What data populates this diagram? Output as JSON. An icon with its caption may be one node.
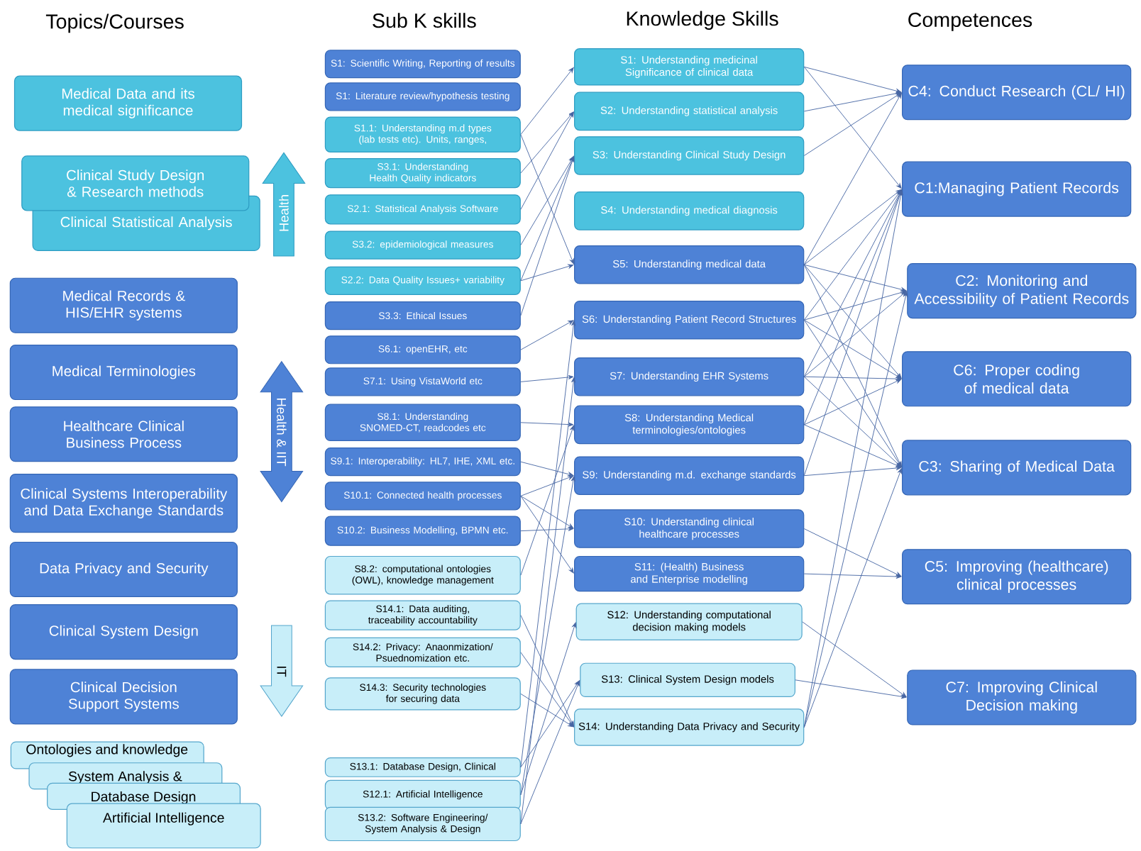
{
  "diagram": {
    "nodes": [
      {
        "text": [
          "Medical Data and its medical significance"
        ]
      },
      {
        "text": [
          "Clinical Study Design & Research methods"
        ]
      },
      {
        "text": [
          "Clinical Statistical Analysis"
        ]
      },
      {
        "text": [
          "Medical Records & HIS/EHR systems"
        ]
      },
      {
        "text": [
          "Medical Terminologies"
        ]
      },
      {
        "text": [
          "Healthcare Clinical Business Process"
        ]
      },
      {
        "text": [
          "Clinical Systems Interoperability and Data Exchange Standards"
        ]
      },
      {
        "text": [
          "Data Privacy and Security"
        ]
      },
      {
        "text": [
          "Clinical System Design"
        ]
      },
      {
        "text": [
          "Clinical Decision Support Systems"
        ]
      },
      {
        "text": [
          "Ontologies and knowledge"
        ]
      },
      {
        "text": [
          "System Analysis &"
        ]
      },
      {
        "text": [
          "Database Design"
        ]
      },
      {
        "text": [
          "Artificial Intelligence"
        ]
      },
      {
        "text": [
          "Health"
        ]
      },
      {
        "text": [
          "Health & IIT"
        ]
      },
      {
        "text": [
          "IT"
        ]
      },
      {
        "text": [
          "S1: Scientific Writing, Reporting of results"
        ]
      },
      {
        "text": [
          "S1: Literature review/hypothesis testing"
        ]
      },
      {
        "text": [
          "S1.1: Understanding m.d types (lab tests etc). Units, ranges,"
        ]
      },
      {
        "text": [
          "S3.1: Understanding Health Quality indicators"
        ]
      },
      {
        "text": [
          "S2.1: Statistical Analysis Software"
        ]
      },
      {
        "text": [
          "S3.2: epidemiological measures"
        ]
      },
      {
        "text": [
          "S2.2: Data Quality Issues+ variability"
        ]
      },
      {
        "text": [
          "S3.3: Ethical Issues"
        ]
      },
      {
        "text": [
          "S6.1: openEHR, etc"
        ]
      },
      {
        "text": [
          "S7.1: Using VistaWorld etc"
        ]
      },
      {
        "text": [
          "S8.1: Understanding SNOMED-CT, readcodes etc"
        ]
      },
      {
        "text": [
          "S9.1: Interoperability: HL7, IHE, XML etc."
        ]
      },
      {
        "text": [
          "S10.1: Connected health processes"
        ]
      },
      {
        "text": [
          "S10.2: Business Modelling, BPMN etc."
        ]
      },
      {
        "text": [
          "S8.2: computational ontologies (OWL), knowledge management"
        ]
      },
      {
        "text": [
          "S14.1: Data auditing, traceability accountability"
        ]
      },
      {
        "text": [
          "S14.2: Privacy: Anaonmization/ Psuednomization etc."
        ]
      },
      {
        "text": [
          "S14.3: Security technologies for securing data"
        ]
      },
      {
        "text": [
          "S13.1: Database Design, Clinical"
        ]
      },
      {
        "text": [
          "S12.1: Artificial Intelligence"
        ]
      },
      {
        "text": [
          "S13.2: Software Engineering/ System Analysis & Design"
        ]
      },
      {
        "text": [
          "S1: Understanding medicinal Significance of clinical data"
        ]
      },
      {
        "text": [
          "S2: Understanding statistical analysis"
        ]
      },
      {
        "text": [
          "S3: Understanding Clinical Study Design"
        ]
      },
      {
        "text": [
          "S4: Understanding medical diagnosis"
        ]
      },
      {
        "text": [
          "S5: Understanding medical data"
        ]
      },
      {
        "text": [
          "S6: Understanding Patient Record Structures"
        ]
      },
      {
        "text": [
          "S7: Understanding EHR Systems"
        ]
      },
      {
        "text": [
          "S8: Understanding Medical terminologies/ontologies"
        ]
      },
      {
        "text": [
          "S9: Understanding m.d. exchange standards"
        ]
      },
      {
        "text": [
          "S10: Understanding clinical healthcare processes"
        ]
      },
      {
        "text": [
          "S11: (Health) Business and Enterprise modelling"
        ]
      },
      {
        "text": [
          "S12: Understanding computational decision making models"
        ]
      },
      {
        "text": [
          "S13: Clinical System Design models"
        ]
      },
      {
        "text": [
          "S14: Understanding Data Privacy and Security"
        ]
      },
      {
        "text": [
          "C4: Conduct Research (CL/ HI)"
        ]
      },
      {
        "text": [
          "C1:Managing Patient Records"
        ]
      },
      {
        "text": [
          "C2: Monitoring and Accessibility of Patient Records"
        ]
      },
      {
        "text": [
          "C6: Proper coding of medical data"
        ]
      },
      {
        "text": [
          "C3: Sharing of Medical Data"
        ]
      },
      {
        "text": [
          "C5: Improving (healthcare) clinical processes"
        ]
      },
      {
        "text": [
          "C7: Improving Clinical Decision making"
        ]
      }
    ],
    "edges": [
      {
        "from": 19,
        "to": 38,
        "arrow": "to"
      },
      {
        "from": 19,
        "to": 42,
        "arrow": "to"
      },
      {
        "from": 20,
        "to": 39,
        "arrow": "to"
      },
      {
        "from": 21,
        "to": 39,
        "arrow": "to"
      },
      {
        "from": 22,
        "to": 40,
        "arrow": "to"
      },
      {
        "from": 23,
        "to": 40,
        "arrow": "to"
      },
      {
        "from": 23,
        "to": 42,
        "arrow": "to"
      },
      {
        "from": 24,
        "to": 40,
        "arrow": "to"
      },
      {
        "from": 25,
        "to": 43,
        "arrow": "to"
      },
      {
        "from": 26,
        "to": 44,
        "arrow": "to"
      },
      {
        "from": 27,
        "to": 45,
        "arrow": "to"
      },
      {
        "from": 28,
        "to": 46,
        "arrow": "to"
      },
      {
        "from": 29,
        "to": 46,
        "arrow": "to"
      },
      {
        "from": 29,
        "to": 47,
        "arrow": "to"
      },
      {
        "from": 29,
        "to": 48,
        "arrow": "to"
      },
      {
        "from": 30,
        "to": 47,
        "arrow": "to"
      },
      {
        "from": 31,
        "to": 45,
        "arrow": "to"
      },
      {
        "from": 32,
        "to": 51,
        "arrow": "to"
      },
      {
        "from": 33,
        "to": 51,
        "arrow": "to"
      },
      {
        "from": 34,
        "to": 51,
        "arrow": "to"
      },
      {
        "from": 35,
        "to": 43,
        "arrow": "to"
      },
      {
        "from": 35,
        "to": 50,
        "arrow": "to"
      },
      {
        "from": 36,
        "to": 46,
        "arrow": "to"
      },
      {
        "from": 36,
        "to": 49,
        "arrow": "to"
      },
      {
        "from": 37,
        "to": 44,
        "arrow": "to"
      },
      {
        "from": 37,
        "to": 50,
        "arrow": "to"
      },
      {
        "from": 38,
        "to": 52,
        "arrow": "to"
      },
      {
        "from": 38,
        "to": 53,
        "arrow": "to"
      },
      {
        "from": 39,
        "to": 52,
        "arrow": "to"
      },
      {
        "from": 40,
        "to": 52,
        "arrow": "to"
      },
      {
        "from": 42,
        "to": 52,
        "arrow": "to"
      },
      {
        "from": 42,
        "to": 53,
        "arrow": "to"
      },
      {
        "from": 42,
        "to": 54,
        "arrow": "to"
      },
      {
        "from": 42,
        "to": 55,
        "arrow": "to"
      },
      {
        "from": 42,
        "to": 56,
        "arrow": "to"
      },
      {
        "from": 43,
        "to": 53,
        "arrow": "to"
      },
      {
        "from": 43,
        "to": 54,
        "arrow": "to"
      },
      {
        "from": 43,
        "to": 55,
        "arrow": "to"
      },
      {
        "from": 43,
        "to": 56,
        "arrow": "to"
      },
      {
        "from": 44,
        "to": 53,
        "arrow": "to"
      },
      {
        "from": 44,
        "to": 54,
        "arrow": "to"
      },
      {
        "from": 44,
        "to": 55,
        "arrow": "to"
      },
      {
        "from": 44,
        "to": 56,
        "arrow": "to"
      },
      {
        "from": 45,
        "to": 53,
        "arrow": "to"
      },
      {
        "from": 45,
        "to": 55,
        "arrow": "to"
      },
      {
        "from": 45,
        "to": 56,
        "arrow": "to"
      },
      {
        "from": 46,
        "to": 53,
        "arrow": "to"
      },
      {
        "from": 46,
        "to": 56,
        "arrow": "to"
      },
      {
        "from": 47,
        "to": 57,
        "arrow": "to"
      },
      {
        "from": 48,
        "to": 57,
        "arrow": "to"
      },
      {
        "from": 49,
        "to": 58,
        "arrow": "to"
      },
      {
        "from": 50,
        "to": 58,
        "arrow": "to"
      },
      {
        "from": 51,
        "to": 53,
        "arrow": "to"
      },
      {
        "from": 51,
        "to": 54,
        "arrow": "to"
      },
      {
        "from": 51,
        "to": 56,
        "arrow": "to"
      }
    ],
    "labels": [
      "Topics/Courses",
      "Sub K skills",
      "Knowledge Skills",
      "Competences"
    ]
  }
}
